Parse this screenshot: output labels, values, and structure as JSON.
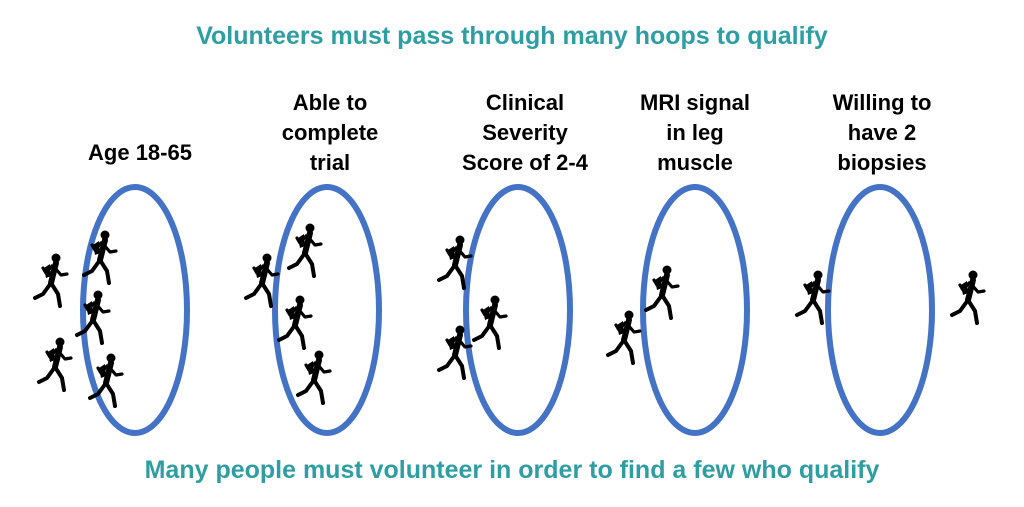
{
  "header": {
    "title": "Volunteers must pass through many hoops to qualify"
  },
  "footer": {
    "caption": "Many people must volunteer in order to find a few who qualify"
  },
  "hoops": [
    {
      "label": "Age 18-65"
    },
    {
      "label": "Able to\ncomplete\ntrial"
    },
    {
      "label": "Clinical\nSeverity\nScore of 2-4"
    },
    {
      "label": "MRI signal\nin leg\nmuscle"
    },
    {
      "label": "Willing to\nhave 2\nbiopsies"
    }
  ],
  "colors": {
    "title": "#2e9ea3",
    "hoop": "#4472c4",
    "figure": "#000000"
  },
  "icons": {
    "person": "walking-person-icon",
    "hoop": "hoop-ring"
  }
}
